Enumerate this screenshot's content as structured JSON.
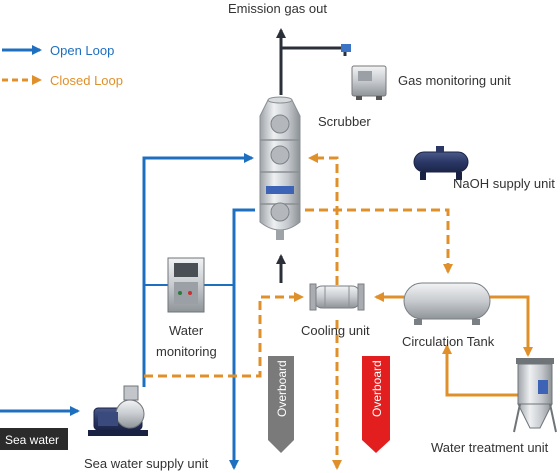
{
  "legend": {
    "open_loop": "Open Loop",
    "closed_loop": "Closed Loop"
  },
  "labels": {
    "emission_gas_out": "Emission gas out",
    "gas_monitoring_unit": "Gas monitoring unit",
    "scrubber": "Scrubber",
    "naoh_supply_unit": "NaOH supply unit",
    "water_monitoring_line1": "Water",
    "water_monitoring_line2": "monitoring",
    "cooling_unit": "Cooling unit",
    "circulation_tank": "Circulation Tank",
    "sea_water": "Sea water",
    "sea_water_supply_unit": "Sea water supply unit",
    "water_treatment_unit": "Water treatment unit",
    "overboard_gray": "Overboard",
    "overboard_red": "Overboard"
  },
  "colors": {
    "open_loop": "#1f6fc0",
    "closed_loop": "#e0902a",
    "overboard_gray": "#7a7a7a",
    "overboard_red": "#e31e1e",
    "sea_water_badge": "#2b2b2b"
  }
}
